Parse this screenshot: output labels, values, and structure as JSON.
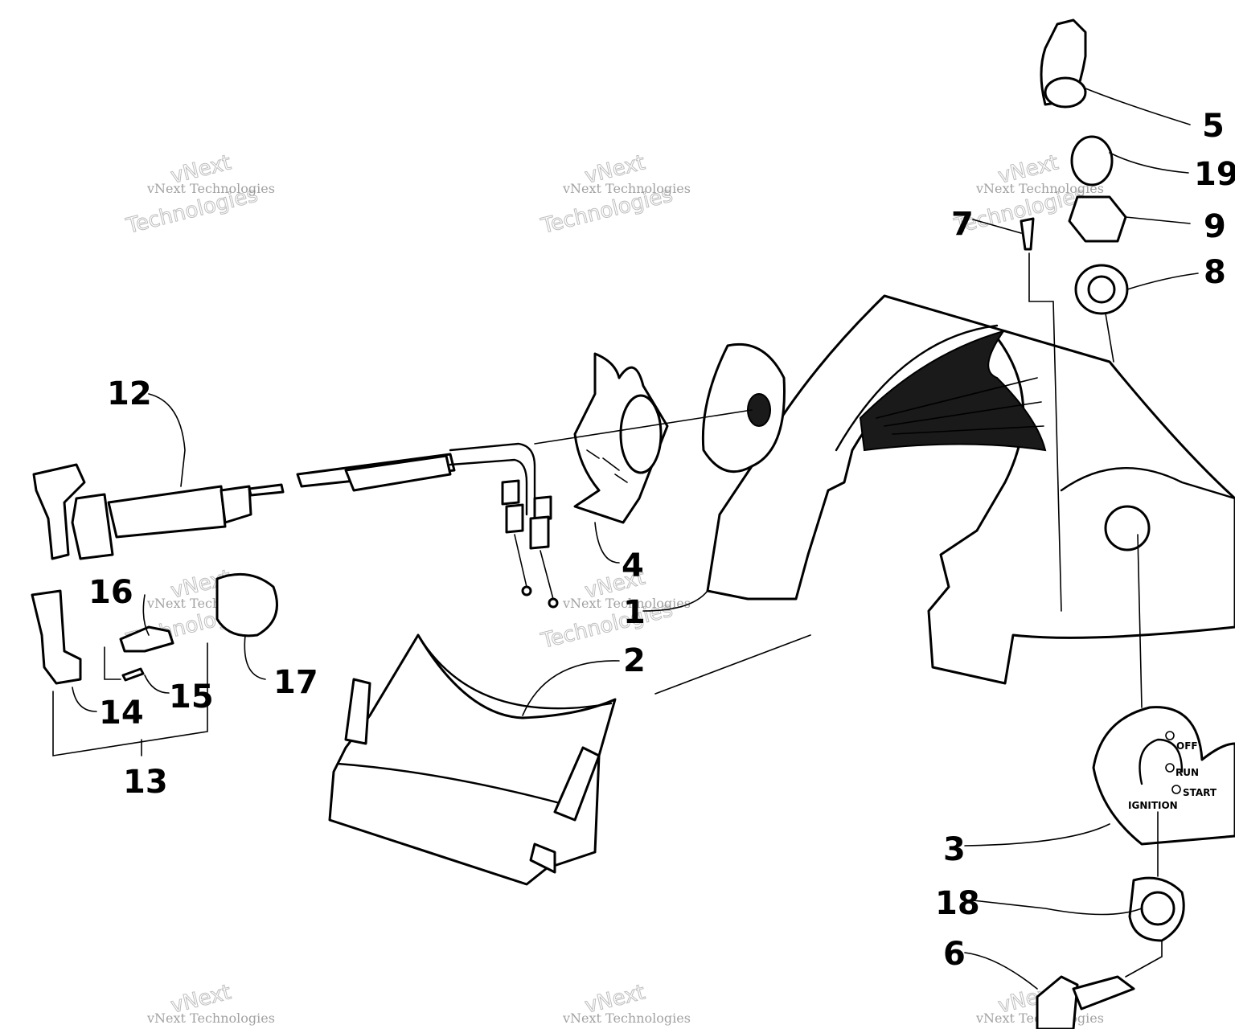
{
  "diagram": {
    "callouts": [
      "1",
      "2",
      "3",
      "4",
      "5",
      "6",
      "7",
      "8",
      "9",
      "12",
      "13",
      "14",
      "15",
      "16",
      "17",
      "18",
      "19"
    ],
    "switch_labels": {
      "off": "OFF",
      "run": "RUN",
      "start": "START",
      "ignition": "IGNITION"
    },
    "watermark": {
      "line1": "vNext Technologies",
      "line2": "vNext",
      "line3": "Technologies"
    }
  }
}
